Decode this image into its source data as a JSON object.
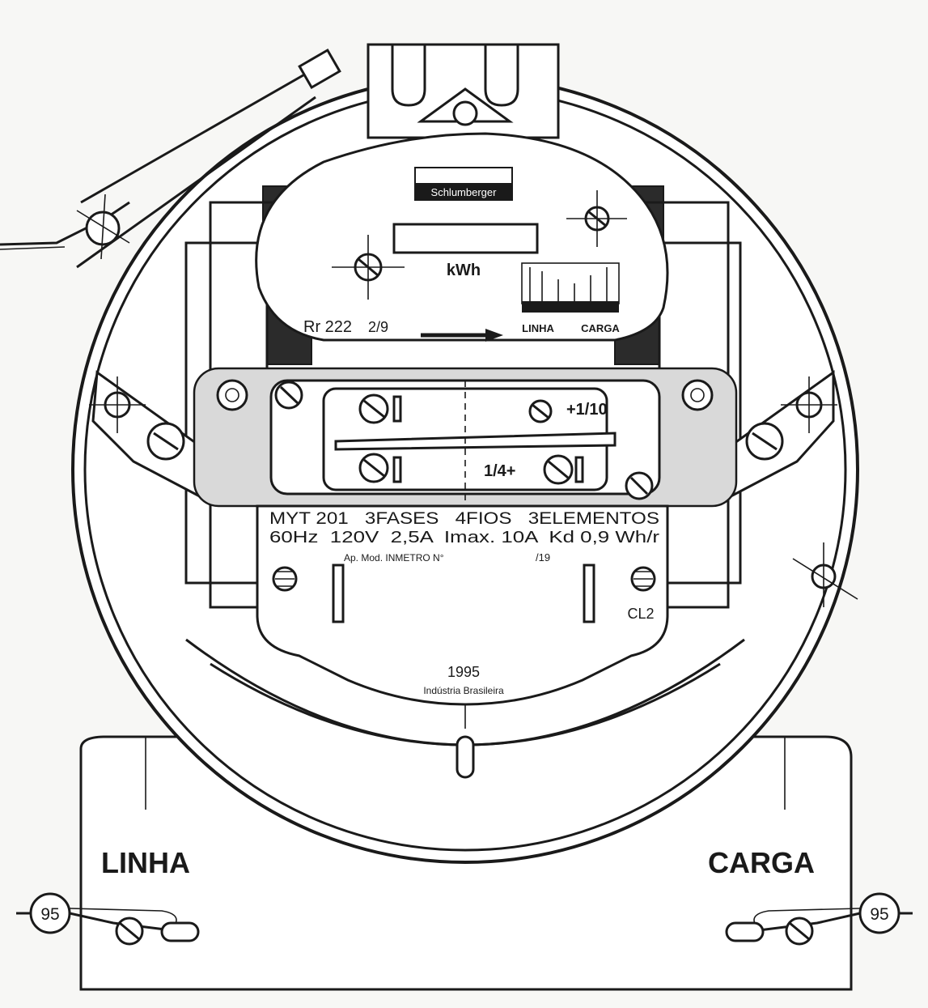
{
  "brand": "Schlumberger",
  "register_unit": "kWh",
  "register_ratio_prefix": "Rr 222",
  "register_ratio_fraction": "2/9",
  "mini_terminal_labels": {
    "line": "LINHA",
    "load": "CARGA"
  },
  "adjust_labels": {
    "upper": "+1/10",
    "lower": "1/4+"
  },
  "nameplate": {
    "line1": "MYT 201   3FASES   4FIOS   3ELEMENTOS",
    "line2": "60Hz  120V  2,5A  Imax. 10A  Kd 0,9 Wh/r",
    "line3": "Ap. Mod. INMETRO N°",
    "line3_suffix": "/19",
    "accuracy_class": "CL2",
    "year": "1995",
    "origin": "Indústria Brasileira"
  },
  "terminal_labels": {
    "left": "LINHA",
    "right": "CARGA"
  },
  "seal_tags": {
    "left": "95",
    "right": "95"
  }
}
